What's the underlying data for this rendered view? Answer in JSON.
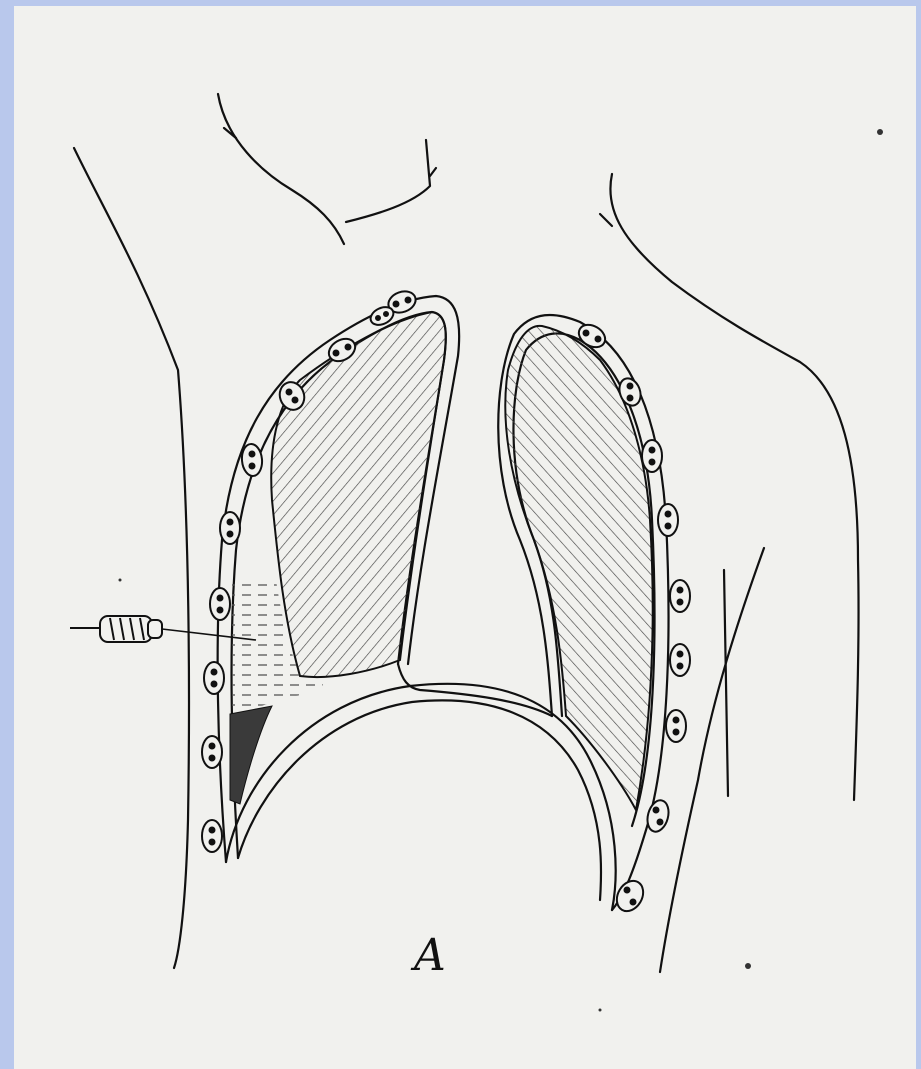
{
  "figure": {
    "panel_letter": "A",
    "description_structures": [
      "neck",
      "shoulders",
      "right-lung",
      "left-lung",
      "pleura",
      "diaphragm",
      "ribs",
      "pleural-effusion",
      "syringe"
    ]
  },
  "colors": {
    "page_border": "#b9c8ec",
    "paper": "#f1f1ee",
    "ink": "#111111",
    "hatch": "#444444",
    "fluid_dark": "#3a3a3a"
  }
}
